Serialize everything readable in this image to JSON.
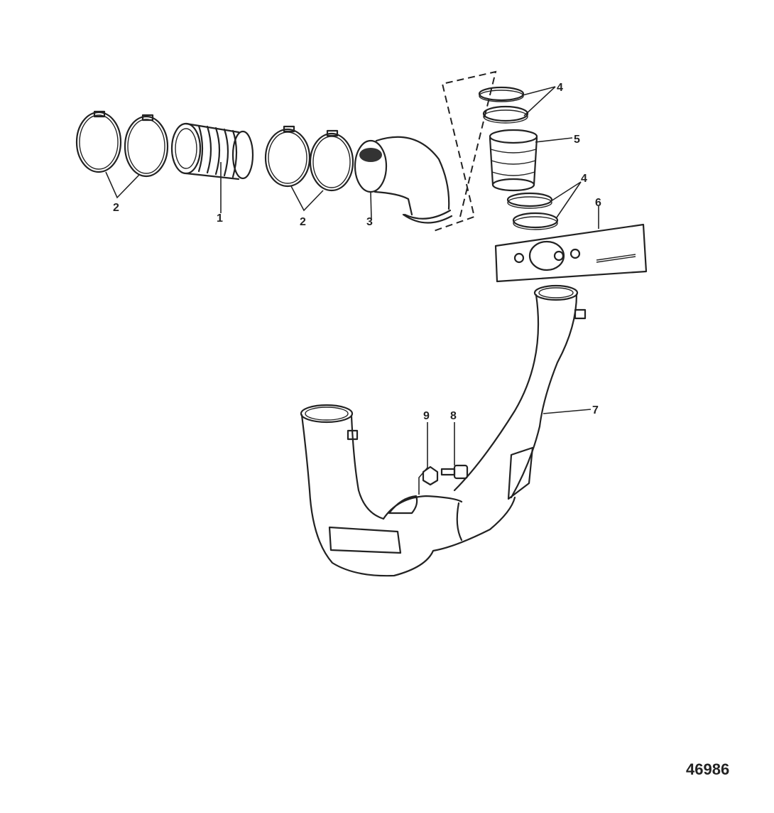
{
  "callouts": {
    "c1": "1",
    "c2a": "2",
    "c2b": "2",
    "c3": "3",
    "c4a": "4",
    "c4b": "4",
    "c5": "5",
    "c6": "6",
    "c7": "7",
    "c8": "8",
    "c9": "9"
  },
  "diagram_number": "46986"
}
